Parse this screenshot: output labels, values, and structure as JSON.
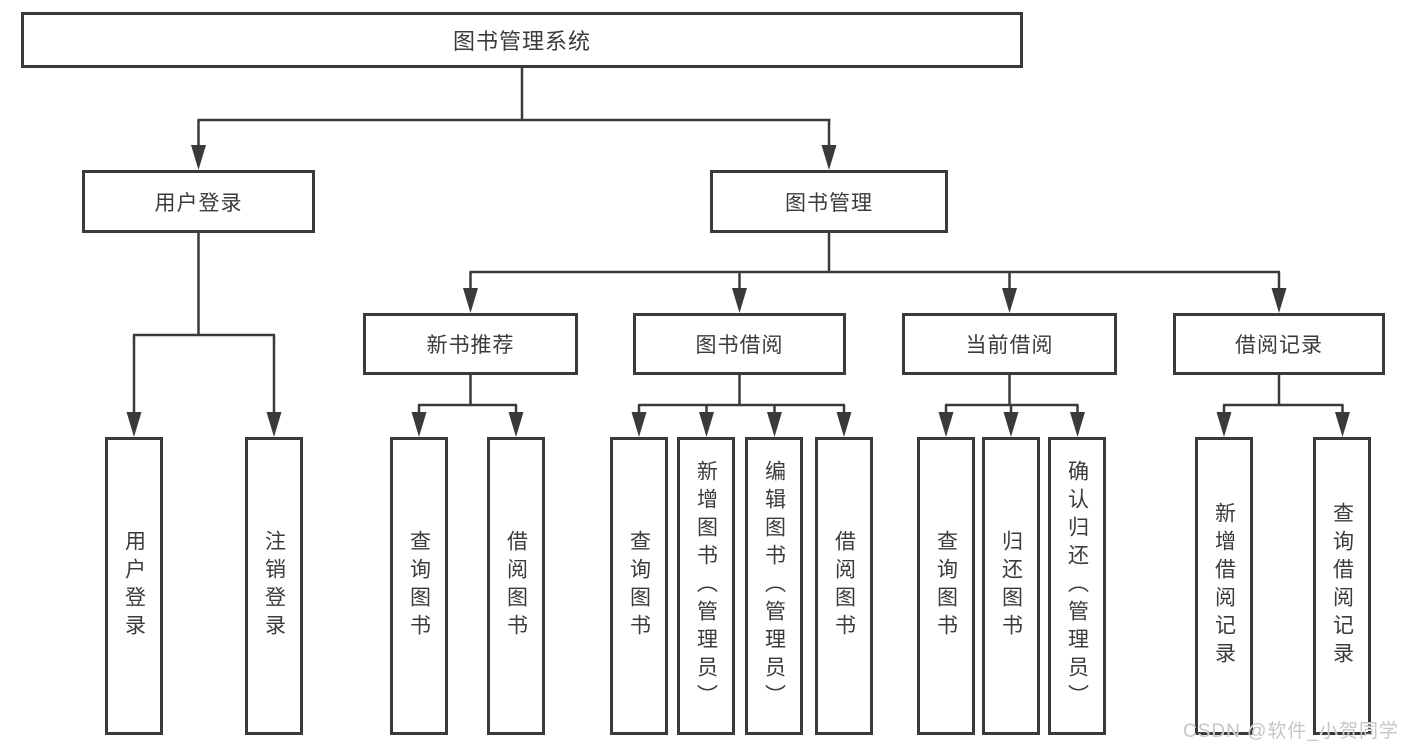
{
  "diagram": {
    "root": {
      "label": "图书管理系统"
    },
    "level2": [
      {
        "label": "用户登录"
      },
      {
        "label": "图书管理"
      }
    ],
    "level3": [
      {
        "label": "新书推荐"
      },
      {
        "label": "图书借阅"
      },
      {
        "label": "当前借阅"
      },
      {
        "label": "借阅记录"
      }
    ],
    "leaves": {
      "user_login": [
        {
          "label": "用户登录"
        },
        {
          "label": "注销登录"
        }
      ],
      "new_book_recommend": [
        {
          "label": "查询图书"
        },
        {
          "label": "借阅图书"
        }
      ],
      "book_borrow": [
        {
          "label": "查询图书"
        },
        {
          "label": "新增图书（管理员）"
        },
        {
          "label": "编辑图书（管理员）"
        },
        {
          "label": "借阅图书"
        }
      ],
      "current_borrow": [
        {
          "label": "查询图书"
        },
        {
          "label": "归还图书"
        },
        {
          "label": "确认归还（管理员）"
        }
      ],
      "borrow_records": [
        {
          "label": "新增借阅记录"
        },
        {
          "label": "查询借阅记录"
        }
      ]
    },
    "colors": {
      "line": "#3a3a3a",
      "text": "#3b3b3b",
      "background": "#ffffff",
      "watermark": "#c6c6c6"
    }
  },
  "watermark": {
    "text": "CSDN @软件_小贺同学"
  }
}
